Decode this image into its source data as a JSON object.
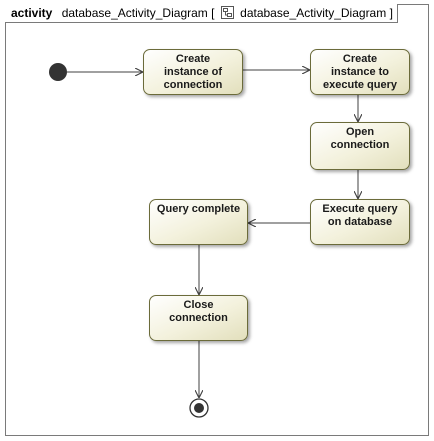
{
  "frame": {
    "keyword": "activity",
    "name": "database_Activity_Diagram",
    "open_bracket": "[",
    "reference": "database_Activity_Diagram",
    "close_bracket": "]",
    "reference_icon": "activity-diagram-icon"
  },
  "actions": {
    "create_connection": "Create\ninstance of\nconnection",
    "create_query": "Create\ninstance to\nexecute query",
    "open_connection": "Open\nconnection",
    "execute_query": "Execute query\non database",
    "query_complete": "Query complete",
    "close_connection": "Close\nconnection"
  },
  "colors": {
    "action_border": "#6b6b3a",
    "action_fill": "#f3f1dc",
    "edge": "#404040",
    "initial_node": "#333333"
  }
}
